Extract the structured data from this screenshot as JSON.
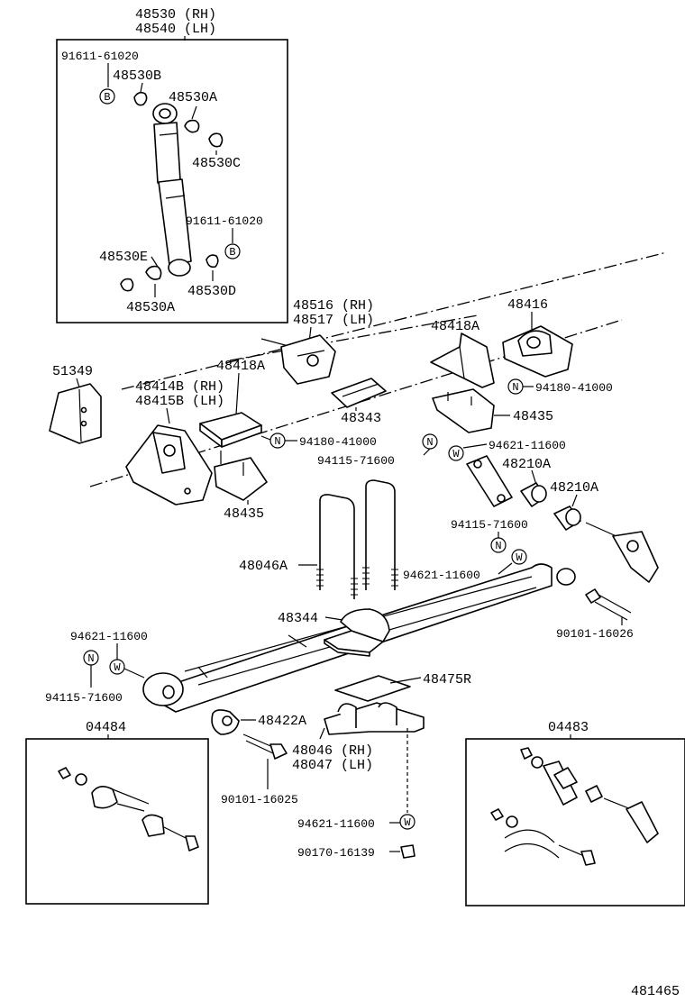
{
  "shock_assembly": {
    "rh_number": "48530 (RH)",
    "lh_number": "48540 (LH)",
    "parts": {
      "bolt_top": "91611-61020",
      "bushing_b": "48530B",
      "bushing_a_top": "48530A",
      "bushing_c": "48530C",
      "bolt_bottom": "91611-61020",
      "bushing_e": "48530E",
      "bushing_d": "48530D",
      "bushing_a_bottom": "48530A"
    },
    "marks": {
      "b_top": "B",
      "b_bottom": "B"
    }
  },
  "labels": {
    "bracket_rh": "48516 (RH)",
    "bracket_lh": "48517 (LH)",
    "hanger": "48416",
    "spacer_418a_right": "48418A",
    "bracket_51349": "51349",
    "spacer_418a_left": "48418A",
    "hanger_414b_rh": "48414B (RH)",
    "hanger_415b_lh": "48415B (LH)",
    "nut_right": "94180-41000",
    "plate_343": "48343",
    "plate_435_right": "48435",
    "nut_left": "94180-41000",
    "washer_top": "94621-11600",
    "shackle": "48210A",
    "nut_shackle": "94115-71600",
    "bushing_shackle": "48210A",
    "plate_435_left": "48435",
    "ubolt": "48046A",
    "nut_ubolt": "94115-71600",
    "washer_ubolt": "94621-11600",
    "bolt_shackle": "90101-16026",
    "seat": "48344",
    "washer_front": "94621-11600",
    "nut_front": "94115-71600",
    "pad": "48475R",
    "bushing_front": "48422A",
    "plate_rh": "48046 (RH)",
    "plate_lh": "48047 (LH)",
    "bolt_front": "90101-16025",
    "washer_bottom": "94621-11600",
    "nut_bottom": "90170-16139"
  },
  "marks": {
    "n": "N",
    "w": "W"
  },
  "kits": {
    "left": "04484",
    "right": "04483"
  },
  "figure_number": "481465"
}
